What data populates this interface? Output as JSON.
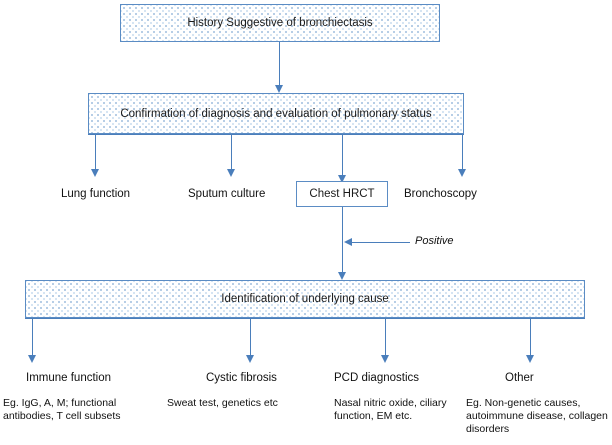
{
  "diagram": {
    "title": "Bronchiectasis diagnostic algorithm",
    "accent_color": "#4a7ebb",
    "box_border_color": "#5b8cc4",
    "stipple_color": "#9fbede",
    "nodes": {
      "history": "History Suggestive of bronchiectasis",
      "confirmation": "Confirmation of diagnosis and evaluation of pulmonary status",
      "lung_function": "Lung function",
      "sputum_culture": "Sputum culture",
      "chest_hrct": "Chest HRCT",
      "bronchoscopy": "Bronchoscopy",
      "identification": "Identification of underlying cause",
      "immune_function": "Immune function",
      "cystic_fibrosis": "Cystic fibrosis",
      "pcd_diagnostics": "PCD diagnostics",
      "other": "Other"
    },
    "edge_labels": {
      "positive": "Positive"
    },
    "details": {
      "immune_function": "Eg. IgG, A, M; functional antibodies, T cell subsets",
      "cystic_fibrosis": "Sweat test, genetics etc",
      "pcd_diagnostics": "Nasal nitric oxide, ciliary function, EM etc.",
      "other": "Eg. Non-genetic causes, autoimmune disease, collagen disorders"
    }
  }
}
